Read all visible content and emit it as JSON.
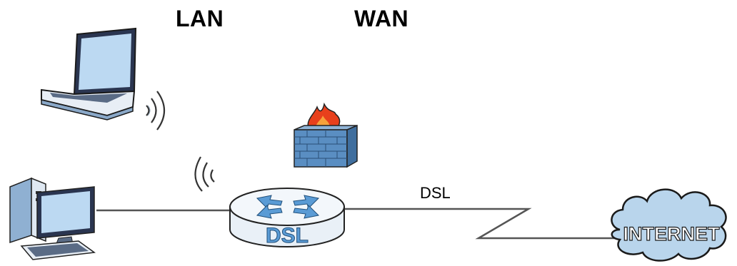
{
  "headers": {
    "lan": "LAN",
    "wan": "WAN"
  },
  "links": {
    "dsl_label": "DSL"
  },
  "devices": {
    "router_label": "DSL",
    "cloud_label": "INTERNET"
  },
  "icons": [
    "laptop-icon",
    "wireless-signal-icon",
    "firewall-icon",
    "desktop-computer-icon",
    "dsl-router-icon",
    "internet-cloud-icon"
  ],
  "colors": {
    "device_blue": "#5a9bd5",
    "device_light": "#dbe8f5",
    "cloud_fill": "#b9d5ec",
    "flame": "#e8401c",
    "line": "#555555"
  }
}
